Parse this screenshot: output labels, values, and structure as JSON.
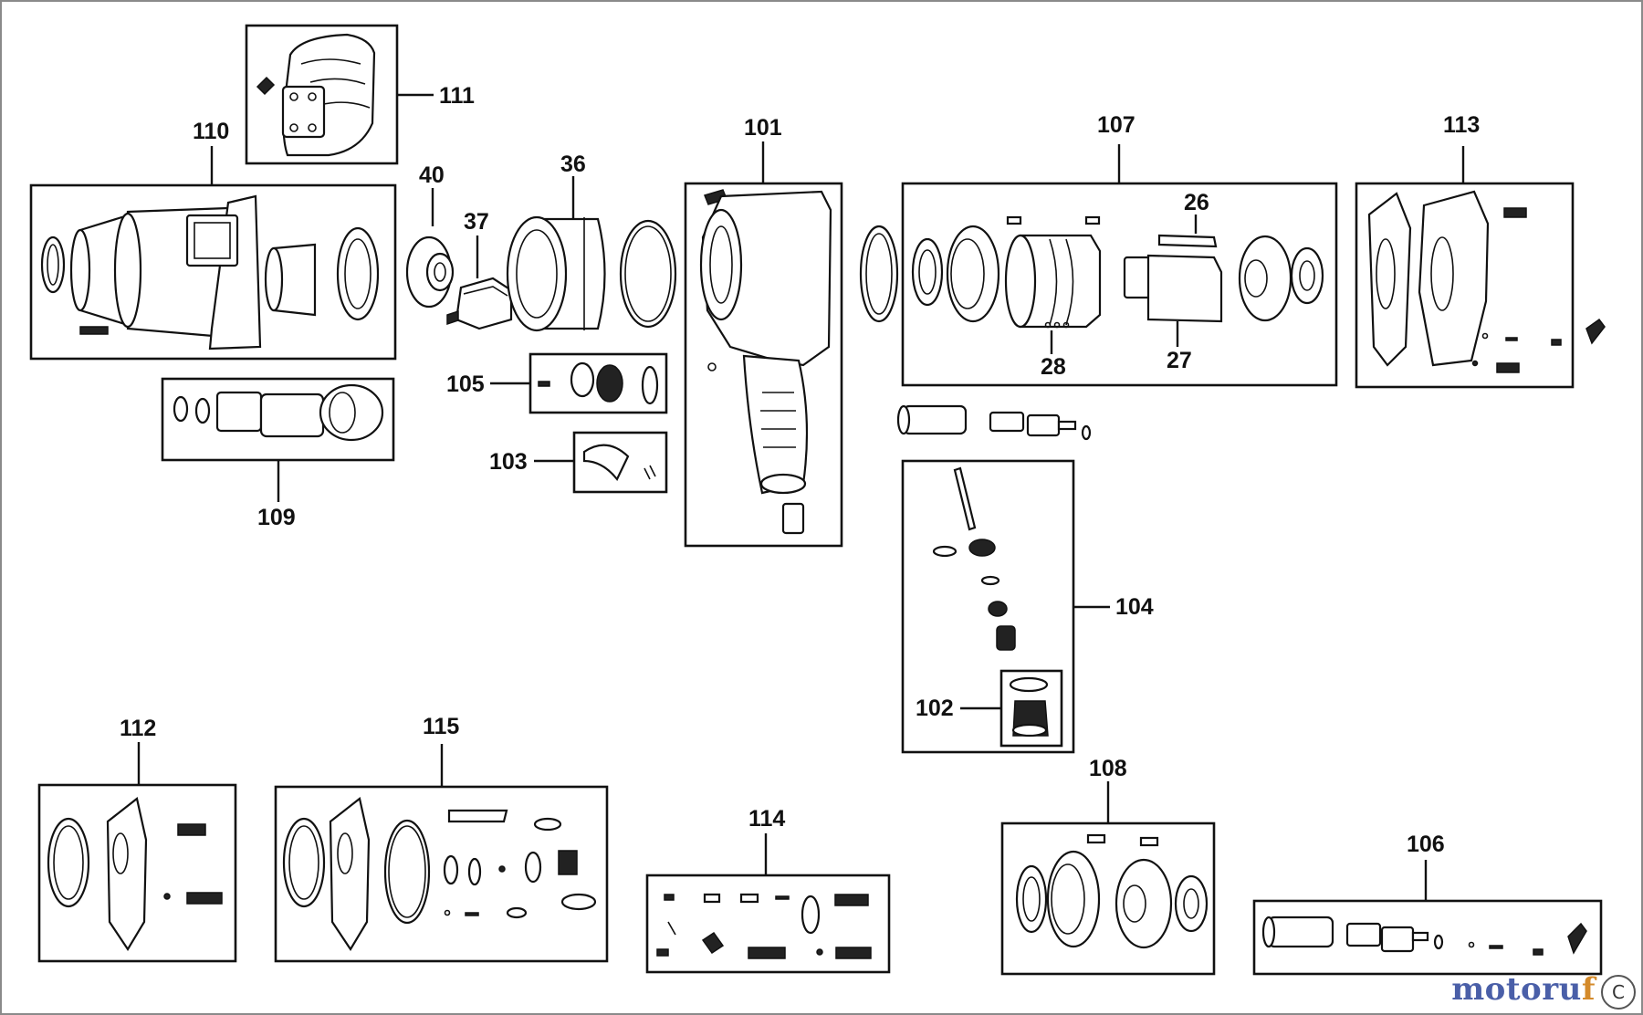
{
  "labels": {
    "l111": "111",
    "l110": "110",
    "l40": "40",
    "l37": "37",
    "l36": "36",
    "l101": "101",
    "l107": "107",
    "l26": "26",
    "l28": "28",
    "l27": "27",
    "l113": "113",
    "l105": "105",
    "l103": "103",
    "l109": "109",
    "l104": "104",
    "l102": "102",
    "l112": "112",
    "l115": "115",
    "l114": "114",
    "l108": "108",
    "l106": "106"
  },
  "watermark": {
    "brand_a": "motoru",
    "brand_b": "f",
    "mark": "C"
  }
}
